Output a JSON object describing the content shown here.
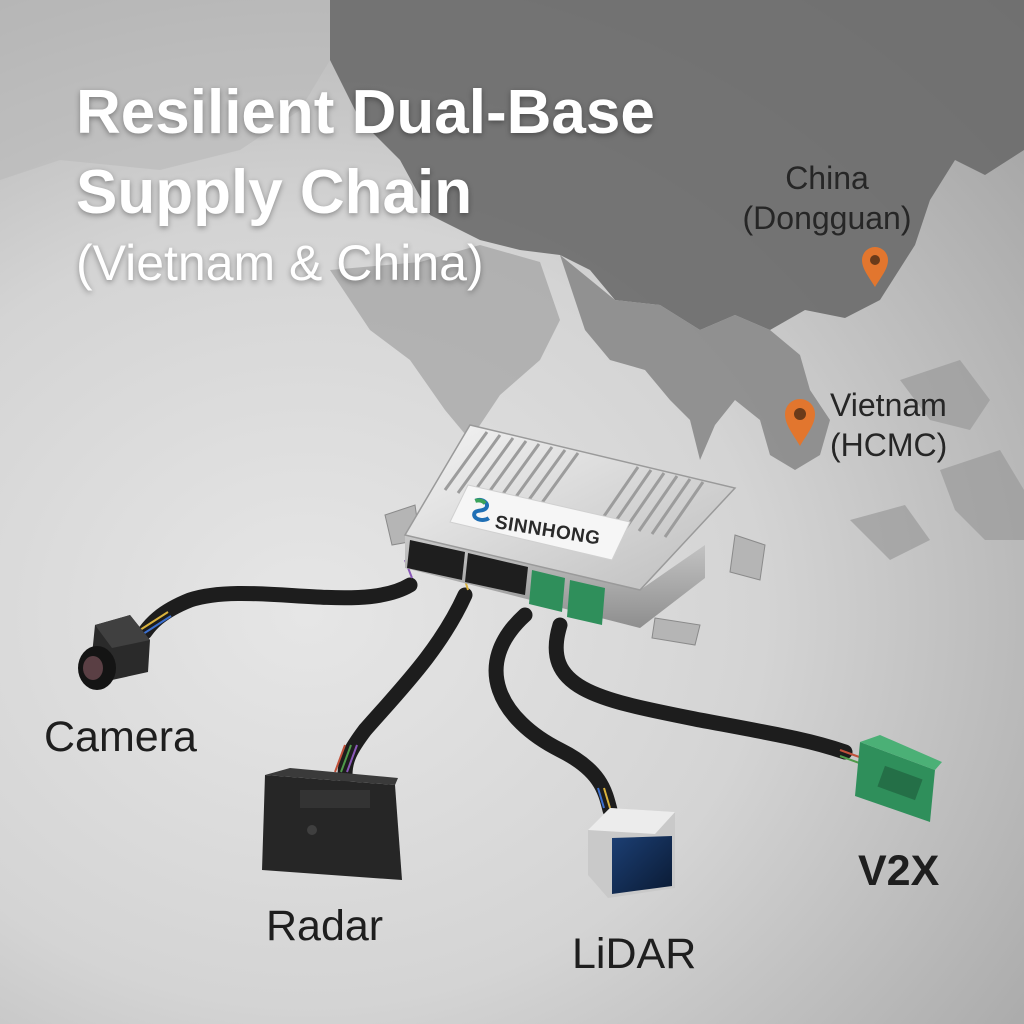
{
  "headline": {
    "line1": "Resilient Dual-Base",
    "line2": "Supply Chain",
    "subtitle": "(Vietnam & China)"
  },
  "locations": [
    {
      "id": "china",
      "name": "China",
      "city": "(Dongguan)"
    },
    {
      "id": "vietnam",
      "name": "Vietnam",
      "city": "(HCMC)"
    }
  ],
  "product": {
    "brand": "SINNHONG"
  },
  "components": [
    "Camera",
    "Radar",
    "LiDAR",
    "V2X"
  ],
  "colors": {
    "pin": "#e2762e",
    "connector_green": "#2f8f5b",
    "map_land": "#6a6a6a",
    "text_white": "#ffffff",
    "text_dark": "#1e1e1e"
  },
  "icons": [
    "map-pin-icon",
    "sinnhong-logo-icon"
  ]
}
